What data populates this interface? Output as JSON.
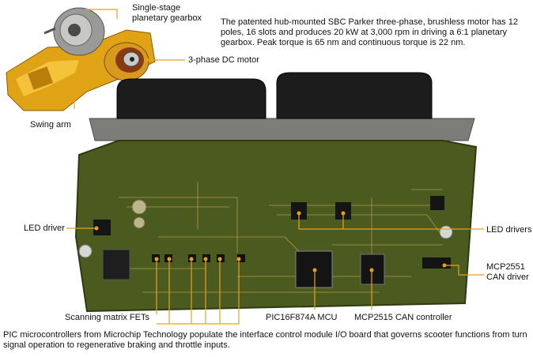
{
  "colors": {
    "pcb": "#4b5a1e",
    "pcb_dark": "#2f3a12",
    "trace": "#c9b25a",
    "housing": "#7c7c78",
    "connector": "#1c1c1c",
    "gold": "#e0a316",
    "leader": "#e8a21a"
  },
  "labels": {
    "gearbox": [
      "Single-stage",
      "planetary gearbox"
    ],
    "motor": "3-phase DC motor",
    "swing_arm": "Swing arm",
    "led_driver": "LED driver",
    "led_drivers": "LED drivers",
    "mcp2551": [
      "MCP2551",
      "CAN driver"
    ],
    "fets": "Scanning matrix FETs",
    "mcu": "PIC16F874A MCU",
    "can_controller": "MCP2515 CAN controller"
  },
  "description": "The patented hub-mounted SBC Parker three-phase, brushless motor has 12 poles, 16 slots and produces 20 kW at 3,000 rpm in driving a 6:1 planetary gearbox. Peak torque is 65 nm and continuous torque is 22 nm.",
  "caption": "PIC microcontrollers from Microchip Technology populate the interface control module I/O board that governs scooter functions from turn signal operation to regenerative braking and throttle inputs."
}
